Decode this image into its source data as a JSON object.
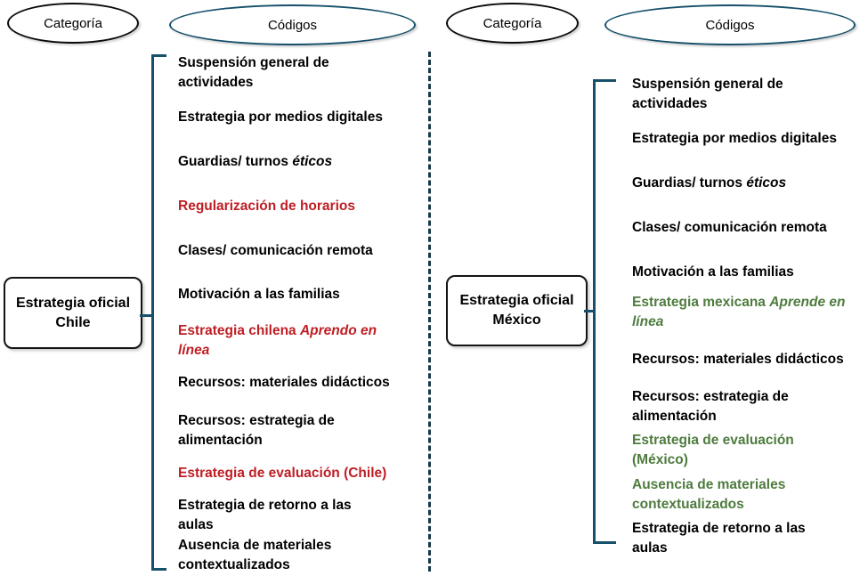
{
  "colors": {
    "teal": "#16506b",
    "red": "#be1e24",
    "green": "#4e7b3e",
    "black": "#000000"
  },
  "chile": {
    "category_label": "Categoría",
    "codes_label": "Códigos",
    "box": {
      "line1": "Estrategia oficial",
      "line2": "Chile"
    },
    "codes": [
      {
        "pre": "Suspensión general de actividades",
        "color": "#000000"
      },
      {
        "pre": "Estrategia por medios digitales",
        "color": "#000000"
      },
      {
        "pre": "Guardias/ turnos ",
        "italic": "éticos",
        "color": "#000000"
      },
      {
        "pre": "Regularización de horarios",
        "color": "#be1e24"
      },
      {
        "pre": "Clases/ comunicación remota",
        "color": "#000000"
      },
      {
        "pre": "Motivación a las familias",
        "color": "#000000"
      },
      {
        "pre": "Estrategia chilena ",
        "italic": "Aprendo en línea",
        "color": "#be1e24"
      },
      {
        "pre": "Recursos: materiales didácticos",
        "color": "#000000"
      },
      {
        "pre": "Recursos: estrategia de alimentación",
        "color": "#000000"
      },
      {
        "pre": "Estrategia de evaluación (Chile)",
        "color": "#be1e24"
      },
      {
        "pre": "Estrategia de retorno a las aulas",
        "color": "#000000"
      },
      {
        "pre": "Ausencia de materiales contextualizados",
        "color": "#000000"
      }
    ]
  },
  "mexico": {
    "category_label": "Categoría",
    "codes_label": "Códigos",
    "box": {
      "line1": "Estrategia oficial",
      "line2": "México"
    },
    "codes": [
      {
        "pre": "Suspensión general de actividades",
        "color": "#000000"
      },
      {
        "pre": "Estrategia por medios digitales",
        "color": "#000000"
      },
      {
        "pre": "Guardias/ turnos ",
        "italic": "éticos",
        "color": "#000000"
      },
      {
        "pre": "Clases/ comunicación remota",
        "color": "#000000"
      },
      {
        "pre": "Motivación a las familias",
        "color": "#000000"
      },
      {
        "pre": "Estrategia mexicana ",
        "italic": "Aprende en línea",
        "color": "#4e7b3e"
      },
      {
        "pre": "Recursos: materiales didácticos",
        "color": "#000000"
      },
      {
        "pre": "Recursos: estrategia de alimentación",
        "color": "#000000"
      },
      {
        "pre": "Estrategia de evaluación (México)",
        "color": "#4e7b3e"
      },
      {
        "pre": "Ausencia de materiales contextualizados",
        "color": "#4e7b3e"
      },
      {
        "pre": "Estrategia de retorno a las aulas",
        "color": "#000000"
      }
    ]
  }
}
